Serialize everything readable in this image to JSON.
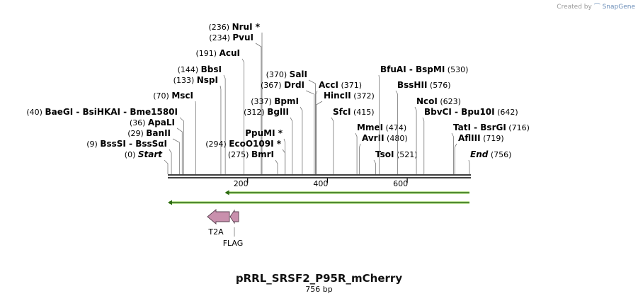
{
  "credit": {
    "prefix": "Created by",
    "brand": "SnapGene"
  },
  "title": "pRRL_SRSF2_P95R_mCherry",
  "length_label": "756 bp",
  "total_bp": 756,
  "ticks": [
    {
      "bp": 200,
      "label": "200"
    },
    {
      "bp": 400,
      "label": "400"
    },
    {
      "bp": 600,
      "label": "600"
    }
  ],
  "sites_left": [
    {
      "pos": "(0)",
      "name": "Start",
      "bp": 0,
      "italic": true
    },
    {
      "pos": "(9)",
      "name": "BssSI  - BssSαI",
      "bp": 9
    },
    {
      "pos": "(29)",
      "name": "BanII",
      "bp": 29
    },
    {
      "pos": "(36)",
      "name": "ApaLI",
      "bp": 36
    },
    {
      "pos": "(40)",
      "name": "BaeGI  - BsiHKAI  - Bme1580I",
      "bp": 40
    },
    {
      "pos": "(70)",
      "name": "MscI",
      "bp": 70
    },
    {
      "pos": "(133)",
      "name": "NspI",
      "bp": 133
    },
    {
      "pos": "(144)",
      "name": "BbsI",
      "bp": 144
    },
    {
      "pos": "(191)",
      "name": "AcuI",
      "bp": 191
    },
    {
      "pos": "(234)",
      "name": "PvuI",
      "bp": 234
    },
    {
      "pos": "(236)",
      "name": "NruI *",
      "bp": 236
    }
  ],
  "sites_mid": [
    {
      "pos": "(275)",
      "name": "BmrI",
      "bp": 275
    },
    {
      "pos": "(294)",
      "name": "EcoO109I *",
      "bp": 294
    },
    {
      "pos": "",
      "name": "PpuMI *",
      "bp": 294
    },
    {
      "pos": "(312)",
      "name": "BglII",
      "bp": 312
    },
    {
      "pos": "(337)",
      "name": "BpmI",
      "bp": 337
    },
    {
      "pos": "(367)",
      "name": "DrdI",
      "bp": 367
    },
    {
      "pos": "(370)",
      "name": "SalI",
      "bp": 370
    }
  ],
  "sites_right": [
    {
      "pos": "(371)",
      "name": "AccI",
      "bp": 371
    },
    {
      "pos": "(372)",
      "name": "HincII",
      "bp": 372
    },
    {
      "pos": "(415)",
      "name": "SfcI",
      "bp": 415
    },
    {
      "pos": "(474)",
      "name": "MmeI",
      "bp": 474
    },
    {
      "pos": "(480)",
      "name": "AvrII",
      "bp": 480
    },
    {
      "pos": "(521)",
      "name": "TsoI",
      "bp": 521
    },
    {
      "pos": "(530)",
      "name": "BfuAI  - BspMI",
      "bp": 530
    },
    {
      "pos": "(576)",
      "name": "BssHII",
      "bp": 576
    },
    {
      "pos": "(623)",
      "name": "NcoI",
      "bp": 623
    },
    {
      "pos": "(642)",
      "name": "BbvCI  - Bpu10I",
      "bp": 642
    },
    {
      "pos": "(716)",
      "name": "TatI  - BsrGI",
      "bp": 716
    },
    {
      "pos": "(719)",
      "name": "AflIII",
      "bp": 719
    },
    {
      "pos": "(756)",
      "name": "End",
      "bp": 756,
      "italic": true
    }
  ],
  "features": [
    {
      "name": "",
      "start": 143,
      "end": 756,
      "type": "arrow-left",
      "color": "#8fd14f"
    },
    {
      "name": "",
      "start": 0,
      "end": 756,
      "type": "arrow-left",
      "color": "#8fd14f"
    },
    {
      "name": "T2A",
      "start": 100,
      "end": 159,
      "type": "block-arrow-left",
      "color": "#c990ad"
    },
    {
      "name": "FLAG",
      "start": 159,
      "end": 180,
      "type": "block-arrow-left",
      "color": "#c990ad"
    }
  ]
}
